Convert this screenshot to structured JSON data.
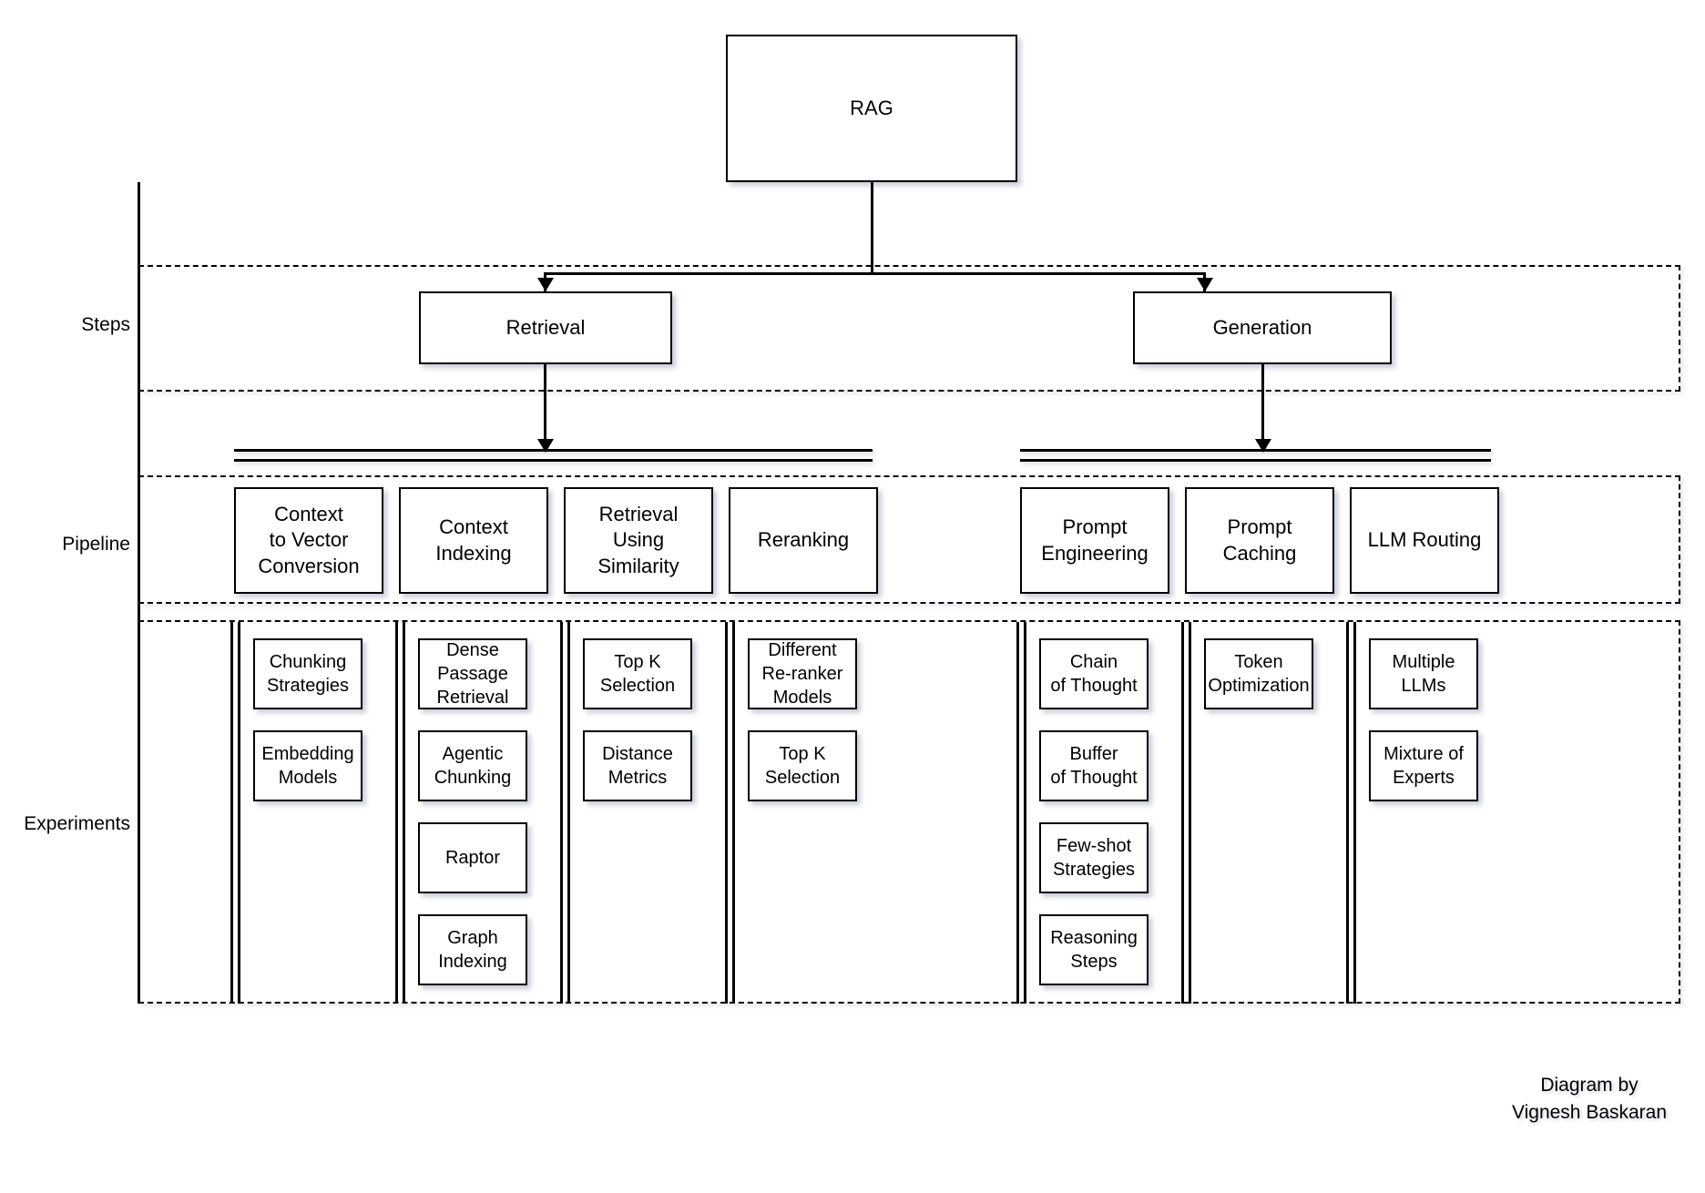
{
  "diagram": {
    "title": "RAG",
    "credit": "Diagram by\nVignesh Baskaran",
    "row_labels": {
      "steps": "Steps",
      "pipeline": "Pipeline",
      "experiments": "Experiments"
    },
    "root": {
      "label": "RAG"
    },
    "steps": [
      {
        "label": "Retrieval"
      },
      {
        "label": "Generation"
      }
    ],
    "pipeline": [
      {
        "label": "Context\nto Vector\nConversion"
      },
      {
        "label": "Context\nIndexing"
      },
      {
        "label": "Retrieval\nUsing\nSimilarity"
      },
      {
        "label": "Reranking"
      },
      {
        "label": "Prompt\nEngineering"
      },
      {
        "label": "Prompt\nCaching"
      },
      {
        "label": "LLM Routing"
      }
    ],
    "experiments": [
      {
        "parent": "Context to Vector Conversion",
        "items": [
          {
            "label": "Chunking\nStrategies"
          },
          {
            "label": "Embedding\nModels"
          }
        ]
      },
      {
        "parent": "Context Indexing",
        "items": [
          {
            "label": "Dense\nPassage\nRetrieval"
          },
          {
            "label": "Agentic\nChunking"
          },
          {
            "label": "Raptor"
          },
          {
            "label": "Graph\nIndexing"
          }
        ]
      },
      {
        "parent": "Retrieval Using Similarity",
        "items": [
          {
            "label": "Top K\nSelection"
          },
          {
            "label": "Distance\nMetrics"
          }
        ]
      },
      {
        "parent": "Reranking",
        "items": [
          {
            "label": "Different\nRe-ranker\nModels"
          },
          {
            "label": "Top K\nSelection"
          }
        ]
      },
      {
        "parent": "Prompt Engineering",
        "items": [
          {
            "label": "Chain\nof Thought"
          },
          {
            "label": "Buffer\nof Thought"
          },
          {
            "label": "Few-shot\nStrategies"
          },
          {
            "label": "Reasoning\nSteps"
          }
        ]
      },
      {
        "parent": "Prompt Caching",
        "items": [
          {
            "label": "Token\nOptimization"
          }
        ]
      },
      {
        "parent": "LLM Routing",
        "items": [
          {
            "label": "Multiple\nLLMs"
          },
          {
            "label": "Mixture of\nExperts"
          }
        ]
      }
    ],
    "colors": {
      "stroke": "#000000",
      "fill": "#FFFFFF",
      "shadow": "#8C92AA"
    }
  }
}
